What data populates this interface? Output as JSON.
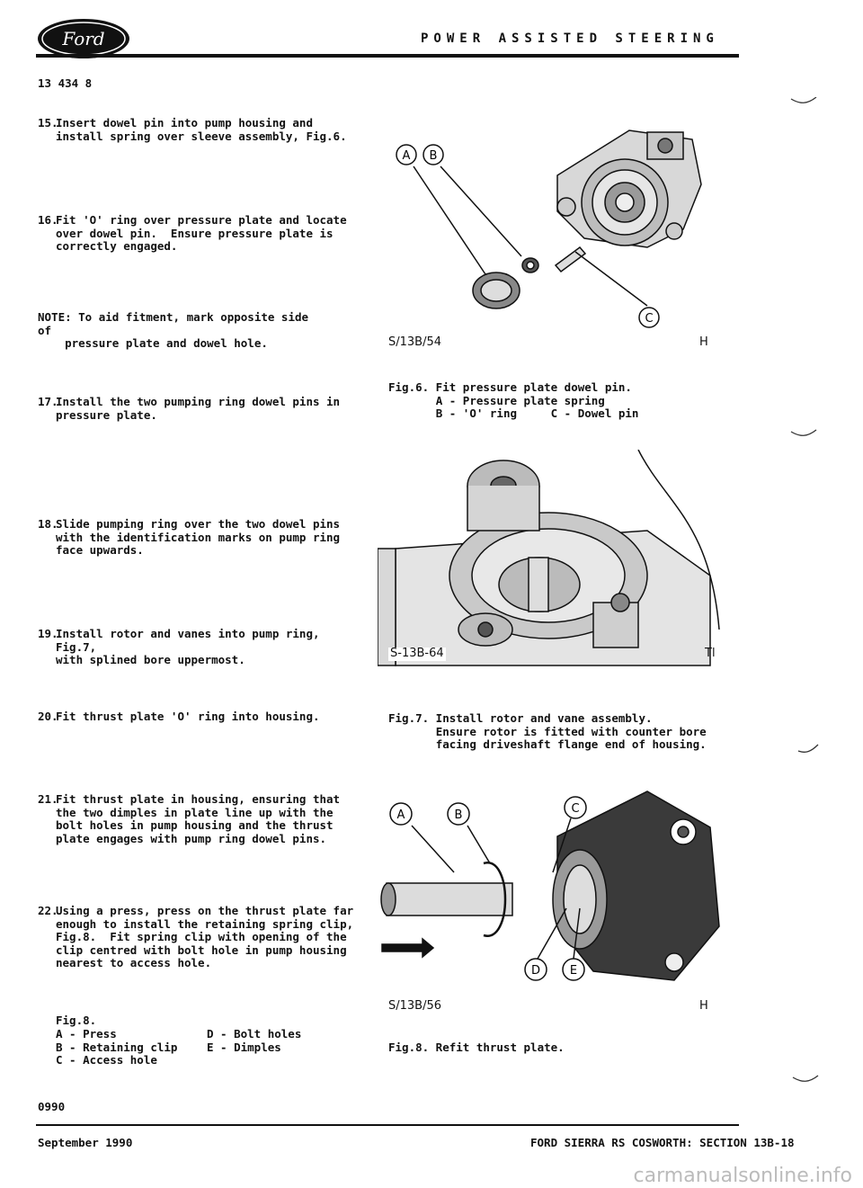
{
  "header": {
    "logo_text": "Ford",
    "title": "POWER ASSISTED STEERING",
    "ref": "13 434 8"
  },
  "steps": [
    {
      "num": "15.",
      "text": "Insert dowel pin into pump housing and\ninstall spring over sleeve assembly, Fig.6."
    },
    {
      "num": "16.",
      "text": "Fit 'O' ring over pressure plate and locate\nover dowel pin.  Ensure pressure plate is\ncorrectly engaged."
    },
    {
      "num": "17.",
      "text": "Install the two pumping ring dowel pins in\npressure plate."
    },
    {
      "num": "18.",
      "text": "Slide pumping ring over the two dowel pins\nwith the identification marks on pump ring\nface upwards."
    },
    {
      "num": "19.",
      "text": "Install rotor and vanes into pump ring, Fig.7,\nwith splined bore uppermost."
    },
    {
      "num": "20.",
      "text": "Fit thrust plate 'O' ring into housing."
    },
    {
      "num": "21.",
      "text": "Fit thrust plate in housing, ensuring that\nthe two dimples in plate line up with the\nbolt holes in pump housing and the thrust\nplate engages with pump ring dowel pins."
    },
    {
      "num": "22.",
      "text": "Using a press, press on the thrust plate far\nenough to install the retaining spring clip,\nFig.8.  Fit spring clip with opening of the\nclip centred with bolt hole in pump housing\nnearest to access hole."
    }
  ],
  "note": "NOTE: To aid fitment, mark opposite side of\n    pressure plate and dowel hole.",
  "fig8_legend": {
    "title": "Fig.8.",
    "left": "A - Press\nB - Retaining clip\nC - Access hole",
    "right": "D - Bolt holes\nE - Dimples"
  },
  "figures": [
    {
      "id": "fig6",
      "image_label": "S/13B/54",
      "corner_mark": "H",
      "callouts": [
        "A",
        "B",
        "C"
      ],
      "caption": "Fig.6. Fit pressure plate dowel pin.\n       A - Pressure plate spring\n       B - 'O' ring     C - Dowel pin"
    },
    {
      "id": "fig7",
      "image_label": "S-13B-64",
      "corner_mark": "Tl",
      "caption": "Fig.7. Install rotor and vane assembly.\n       Ensure rotor is fitted with counter bore\n       facing driveshaft flange end of housing."
    },
    {
      "id": "fig8",
      "image_label": "S/13B/56",
      "corner_mark": "H",
      "callouts": [
        "A",
        "B",
        "C",
        "D",
        "E"
      ],
      "caption": "Fig.8. Refit thrust plate."
    }
  ],
  "footer": {
    "code": "0990",
    "date": "September 1990",
    "section": "FORD SIERRA RS COSWORTH: SECTION 13B-18",
    "watermark": "carmanualsonline.info"
  }
}
